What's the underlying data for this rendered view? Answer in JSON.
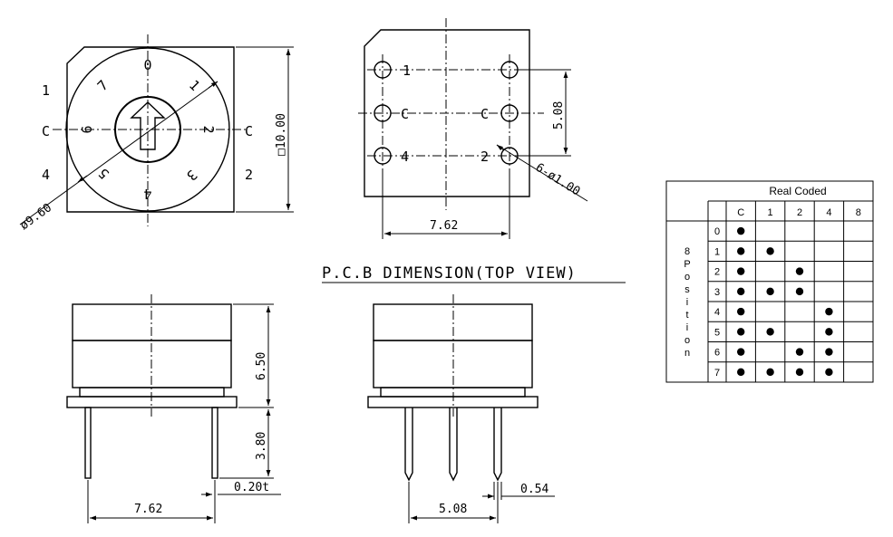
{
  "top_left": {
    "side_labels": [
      "1",
      "C",
      "4",
      "C",
      "2"
    ],
    "dial_digits": [
      "0",
      "1",
      "2",
      "3",
      "4",
      "5",
      "6",
      "7"
    ],
    "dim_size": "□10.00",
    "dim_dia": "ø9.60"
  },
  "pcb": {
    "pin_labels": [
      "1",
      "C",
      "4",
      "C",
      "2"
    ],
    "dim_pitch_v": "5.08",
    "dim_pitch_h": "7.62",
    "dim_holes": "6-ø1.00",
    "title": "P.C.B DIMENSION(TOP VIEW)"
  },
  "side_left": {
    "dim_height": "6.50",
    "dim_pin": "3.80",
    "dim_thick": "0.20t",
    "dim_pitch": "7.62"
  },
  "side_right": {
    "dim_width": "0.54",
    "dim_pitch": "5.08"
  },
  "table": {
    "header": "Real Coded",
    "columns": [
      "C",
      "1",
      "2",
      "4",
      "8"
    ],
    "row_label": [
      "8",
      "P",
      "o",
      "s",
      "i",
      "t",
      "i",
      "o",
      "n"
    ],
    "rows": [
      {
        "pos": "0",
        "marks": [
          true,
          false,
          false,
          false,
          false
        ]
      },
      {
        "pos": "1",
        "marks": [
          true,
          true,
          false,
          false,
          false
        ]
      },
      {
        "pos": "2",
        "marks": [
          true,
          false,
          true,
          false,
          false
        ]
      },
      {
        "pos": "3",
        "marks": [
          true,
          true,
          true,
          false,
          false
        ]
      },
      {
        "pos": "4",
        "marks": [
          true,
          false,
          false,
          true,
          false
        ]
      },
      {
        "pos": "5",
        "marks": [
          true,
          true,
          false,
          true,
          false
        ]
      },
      {
        "pos": "6",
        "marks": [
          true,
          false,
          true,
          true,
          false
        ]
      },
      {
        "pos": "7",
        "marks": [
          true,
          true,
          true,
          true,
          false
        ]
      }
    ]
  }
}
